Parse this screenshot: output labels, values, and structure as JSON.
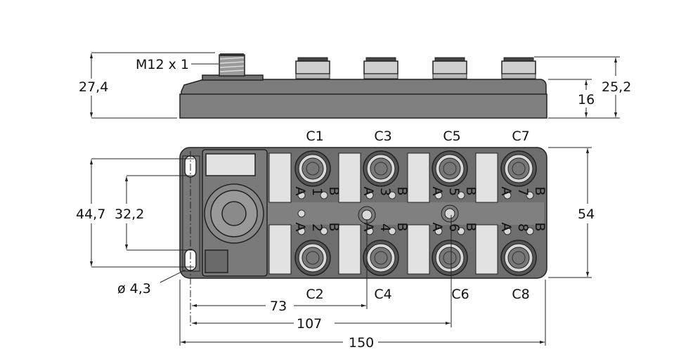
{
  "side_view": {
    "thread_label": "M12 x 1",
    "height_total": "27,4",
    "height_sockets": "25,2",
    "height_body": "16"
  },
  "top_view": {
    "connector_labels_top": [
      "C1",
      "C3",
      "C5",
      "C7"
    ],
    "connector_labels_bottom": [
      "C2",
      "C4",
      "C6",
      "C8"
    ],
    "port_numbers_top": [
      "1",
      "3",
      "5",
      "7"
    ],
    "port_numbers_bottom": [
      "2",
      "4",
      "6",
      "8"
    ],
    "led_labels": [
      "A",
      "B"
    ],
    "slot_spacing_outer": "44,7",
    "slot_spacing_inner": "32,2",
    "hole_diameter": "ø 4,3",
    "width": "54",
    "dim_73": "73",
    "dim_107": "107",
    "length": "150"
  },
  "colors": {
    "body": "#777777",
    "body_dark": "#6a6a6a",
    "panel": "#e2e2e2",
    "led": "#d8d8d8",
    "socket_cap": "#cfcfcf"
  }
}
